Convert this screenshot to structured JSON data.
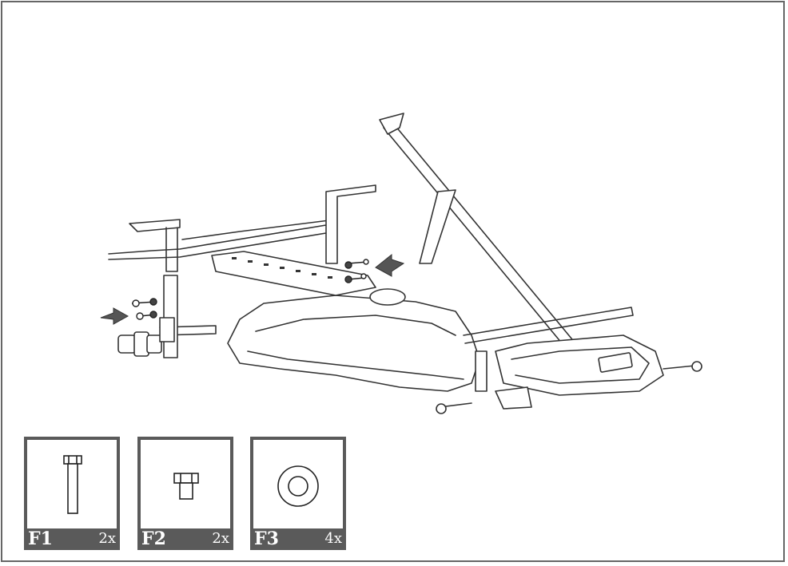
{
  "parts": [
    {
      "code": "F1",
      "qty": "2x",
      "icon": "bolt-icon"
    },
    {
      "code": "F2",
      "qty": "2x",
      "icon": "short-bolt-icon"
    },
    {
      "code": "F3",
      "qty": "4x",
      "icon": "washer-icon"
    }
  ],
  "colors": {
    "frame": "#666666",
    "panel": "#5a5a5a",
    "arrow": "#555555",
    "line": "#333333"
  }
}
